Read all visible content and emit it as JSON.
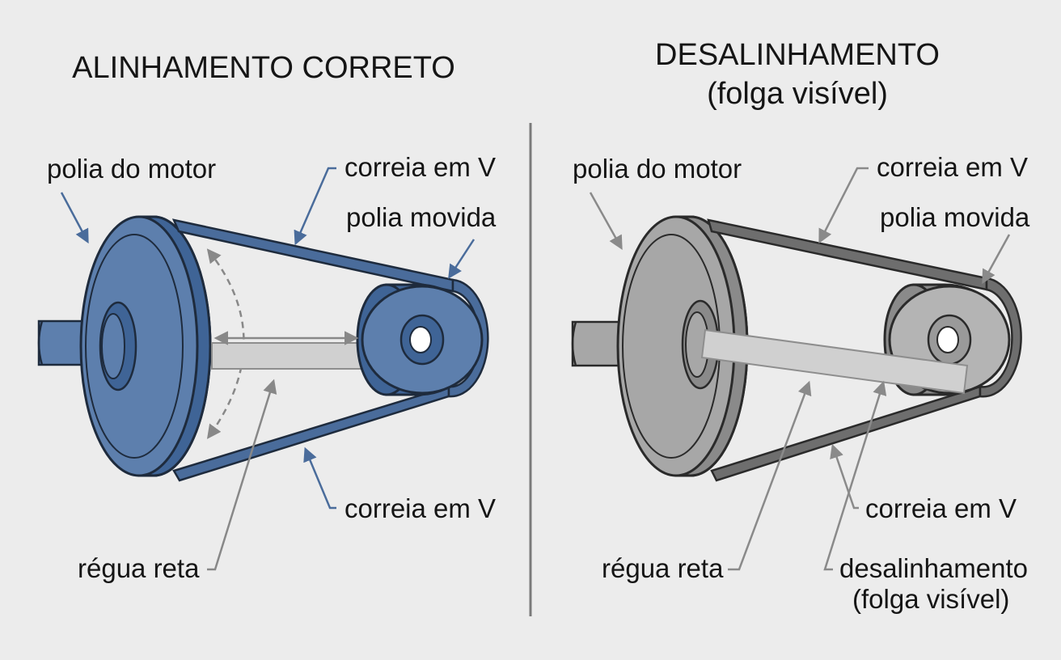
{
  "left_panel": {
    "title": "ALINHAMENTO CORRETO",
    "labels": {
      "motor_pulley": "polia do motor",
      "belt_top": "correia em V",
      "driven_pulley": "polia movida",
      "belt_bottom": "correia em V",
      "straightedge": "régua reta"
    },
    "colors": {
      "pulley": "#5d7fad",
      "pulley_rim": "#3f6496",
      "belt": "#4a6c9b",
      "pointer": "#4a6c9b"
    }
  },
  "right_panel": {
    "title_line1": "DESALINHAMENTO",
    "title_line2": "(folga visível)",
    "labels": {
      "motor_pulley": "polia do motor",
      "belt_top": "correia em V",
      "driven_pulley": "polia movida",
      "belt_bottom": "correia em V",
      "straightedge": "régua reta",
      "misalignment_line1": "desalinhamento",
      "misalignment_line2": "(folga visível)"
    },
    "colors": {
      "pulley": "#a7a7a7",
      "pulley_rim": "#8a8a8a",
      "belt": "#6e6e6e",
      "pointer": "#888888"
    }
  }
}
